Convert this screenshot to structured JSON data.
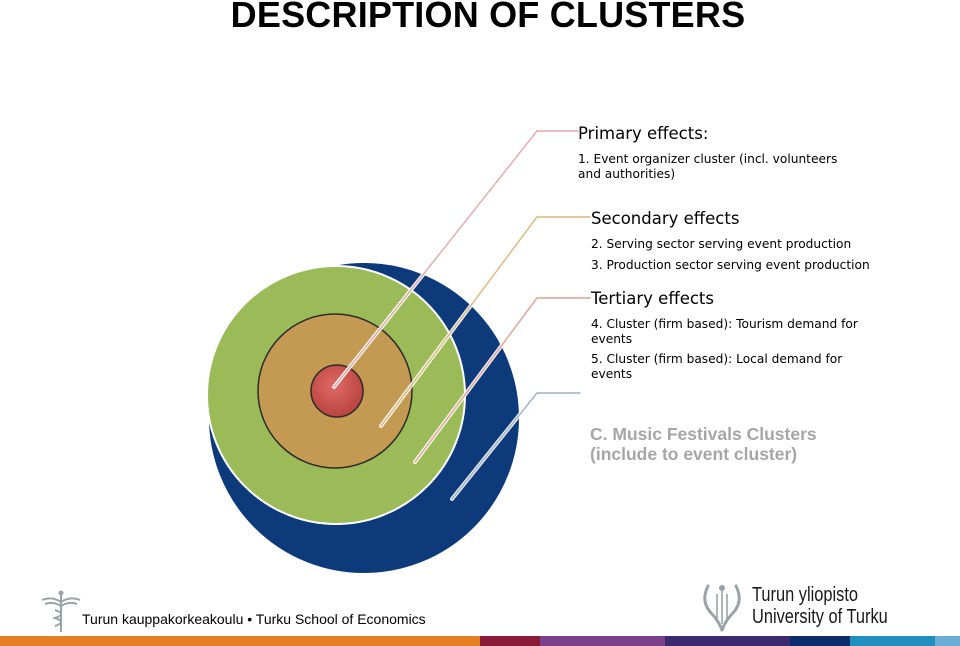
{
  "title": "DESCRIPTION OF CLUSTERS",
  "diagram": {
    "rings": [
      {
        "name": "tertiary",
        "color": "#0c3a7a"
      },
      {
        "name": "secondary-outer",
        "color": "#9bbb59"
      },
      {
        "name": "secondary-inner",
        "color": "#c49a52"
      },
      {
        "name": "primary-core",
        "color": "#c0504d"
      }
    ],
    "primary": {
      "heading": "Primary effects:",
      "items": [
        "1. Event organizer cluster (incl. volunteers and authorities)"
      ]
    },
    "secondary": {
      "heading": "Secondary effects",
      "items": [
        "2. Serving sector serving event production",
        "3. Production sector serving event production"
      ]
    },
    "tertiary": {
      "heading": "Tertiary effects",
      "items": [
        "4. Cluster (firm based): Tourism demand for events",
        "5. Cluster (firm based): Local demand for events"
      ]
    },
    "note": "C. Music Festivals Clusters (include to event cluster)"
  },
  "footer": {
    "school": "Turun kauppakorkeakoulu • Turku School of Economics",
    "university_fi": "Turun yliopisto",
    "university_en": "University of Turku",
    "school_logo_icon": "caduceus-icon",
    "university_logo_icon": "lyre-icon",
    "bar_colors": [
      "#e67e22",
      "#8b1a3a",
      "#7b3f8c",
      "#3b2a6e",
      "#0b2d6b",
      "#1f8fbf",
      "#6aaed6"
    ]
  }
}
